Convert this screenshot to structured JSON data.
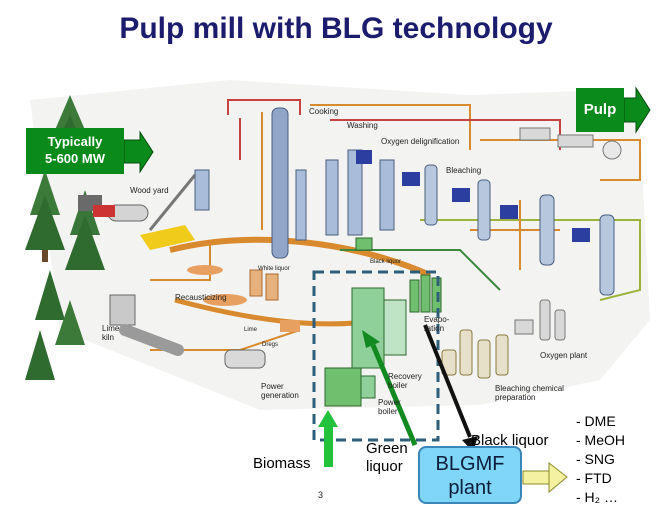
{
  "title": "Pulp mill with BLG technology",
  "labels": {
    "typically": "Typically\n5-600 MW",
    "pulp": "Pulp",
    "cooking": "Cooking",
    "washing": "Washing",
    "oxygen_delignification": "Oxygen delignification",
    "bleaching": "Bleaching",
    "wood_yard": "Wood yard",
    "recausticizing": "Recausticizing",
    "lime_kiln": "Lime\nkiln",
    "black_liquor_small": "Black liquor",
    "white_liquor": "White liquor",
    "evaporation": "Evapo-\nration",
    "recovery_boiler": "Recovery\nboiler",
    "power_boiler": "Power\nboiler",
    "power_generation": "Power\ngeneration",
    "oxygen_plant": "Oxygen plant",
    "bleaching_chemical": "Bleaching chemical\npreparation",
    "lime": "Lime",
    "dregs": "Dregs"
  },
  "annotations": {
    "biomass": "Biomass",
    "green_liquor": "Green\nliquor",
    "black_liquor": "Black liquor",
    "blgmf": "BLGMF\nplant",
    "page_number": "3"
  },
  "products": [
    "- DME",
    "- MeOH",
    "- SNG",
    "- FTD",
    "- H₂ …"
  ],
  "colors": {
    "title": "#1c1c6e",
    "green_arrow": "#0a8a1a",
    "blgmf_fill": "#7fd6f6",
    "dashed_box": "#2e5f7a",
    "product_arrow": "#f4f2a0"
  }
}
